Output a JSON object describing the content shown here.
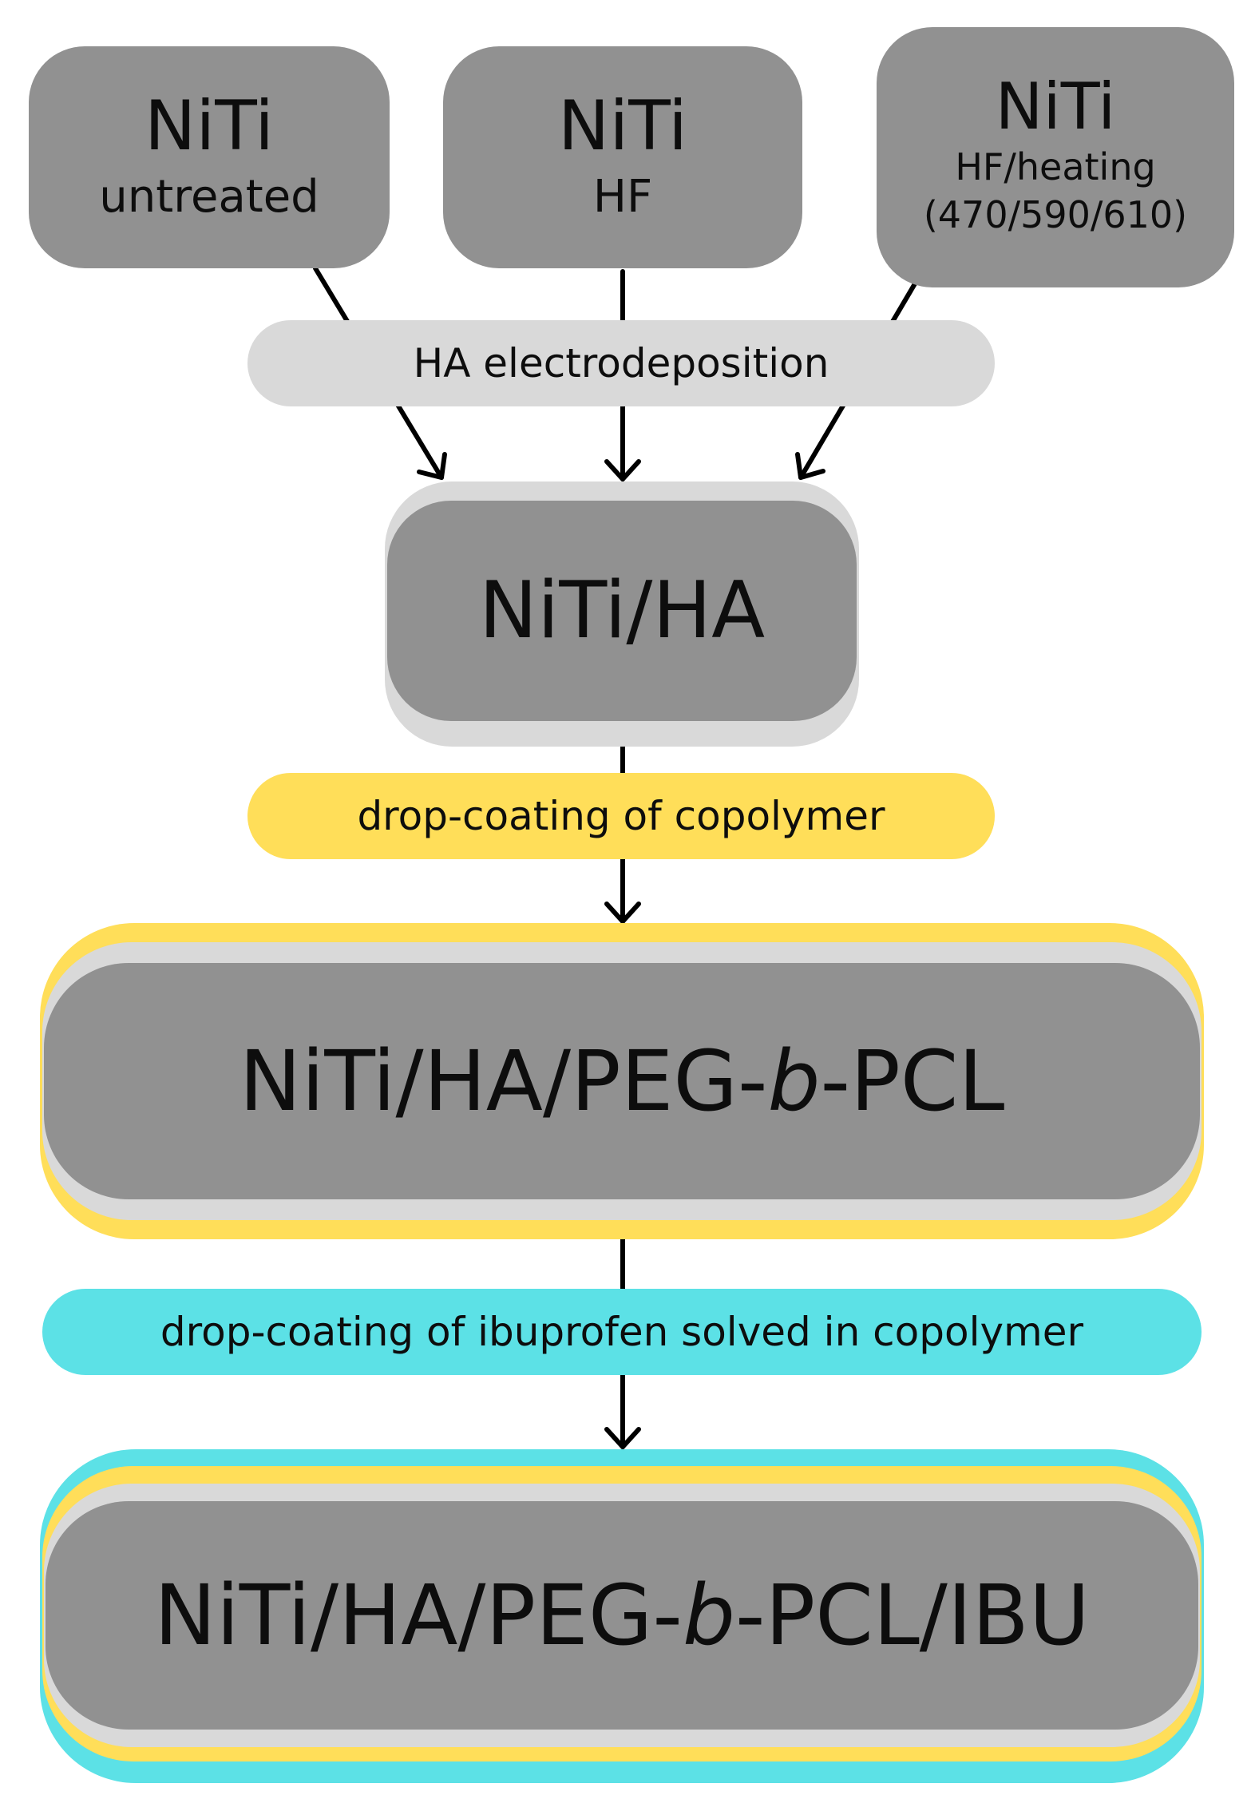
{
  "sources": [
    {
      "title": "NiTi",
      "subtitle": "untreated"
    },
    {
      "title": "NiTi",
      "subtitle": "HF"
    },
    {
      "title": "NiTi",
      "subtitle_line1": "HF/heating",
      "subtitle_line2": "(470/590/610)"
    }
  ],
  "steps": {
    "ha_electrodeposition": "HA electrodeposition",
    "drop_coating_copolymer": "drop-coating of copolymer",
    "drop_coating_ibuprofen": "drop-coating of ibuprofen solved in copolymer"
  },
  "nodes": {
    "niti_ha": "NiTi/HA",
    "niti_ha_peg_pcl": {
      "prefix": "NiTi/HA/PEG-",
      "italic": "b",
      "suffix": "-PCL"
    },
    "niti_ha_peg_pcl_ibu": {
      "prefix": "NiTi/HA/PEG-",
      "italic": "b",
      "suffix": "-PCL/IBU"
    }
  },
  "colors": {
    "node_gray": "#919191",
    "pill_gray": "#d9d9d9",
    "copolymer_yellow": "#ffde59",
    "ibuprofen_cyan": "#5ce1e6",
    "arrow": "#000000"
  }
}
